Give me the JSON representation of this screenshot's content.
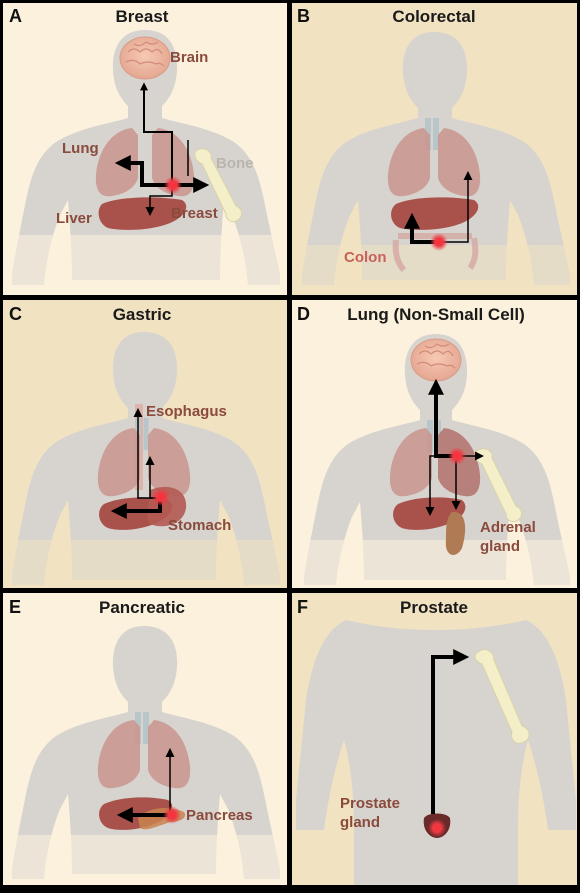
{
  "panels": [
    {
      "letter": "A",
      "title": "Breast",
      "labels": {
        "brain": "Brain",
        "lung": "Lung",
        "bone": "Bone",
        "liver": "Liver",
        "breast": "Breast"
      }
    },
    {
      "letter": "B",
      "title": "Colorectal",
      "labels": {
        "colon": "Colon"
      }
    },
    {
      "letter": "C",
      "title": "Gastric",
      "labels": {
        "esophagus": "Esophagus",
        "stomach": "Stomach"
      }
    },
    {
      "letter": "D",
      "title": "Lung (Non-Small Cell)",
      "labels": {
        "adrenal_1": "Adrenal",
        "adrenal_2": "gland"
      }
    },
    {
      "letter": "E",
      "title": "Pancreatic",
      "labels": {
        "pancreas": "Pancreas"
      }
    },
    {
      "letter": "F",
      "title": "Prostate",
      "labels": {
        "prostate_1": "Prostate",
        "prostate_2": "gland"
      }
    }
  ],
  "colors": {
    "panel_light": "#fbf1dc",
    "panel_dark": "#f1e2c1",
    "body": "#d6d3cf",
    "lung": "#c9958f",
    "liver": "#a8544e",
    "tumor": "#e8333a",
    "arrow": "#000000"
  }
}
